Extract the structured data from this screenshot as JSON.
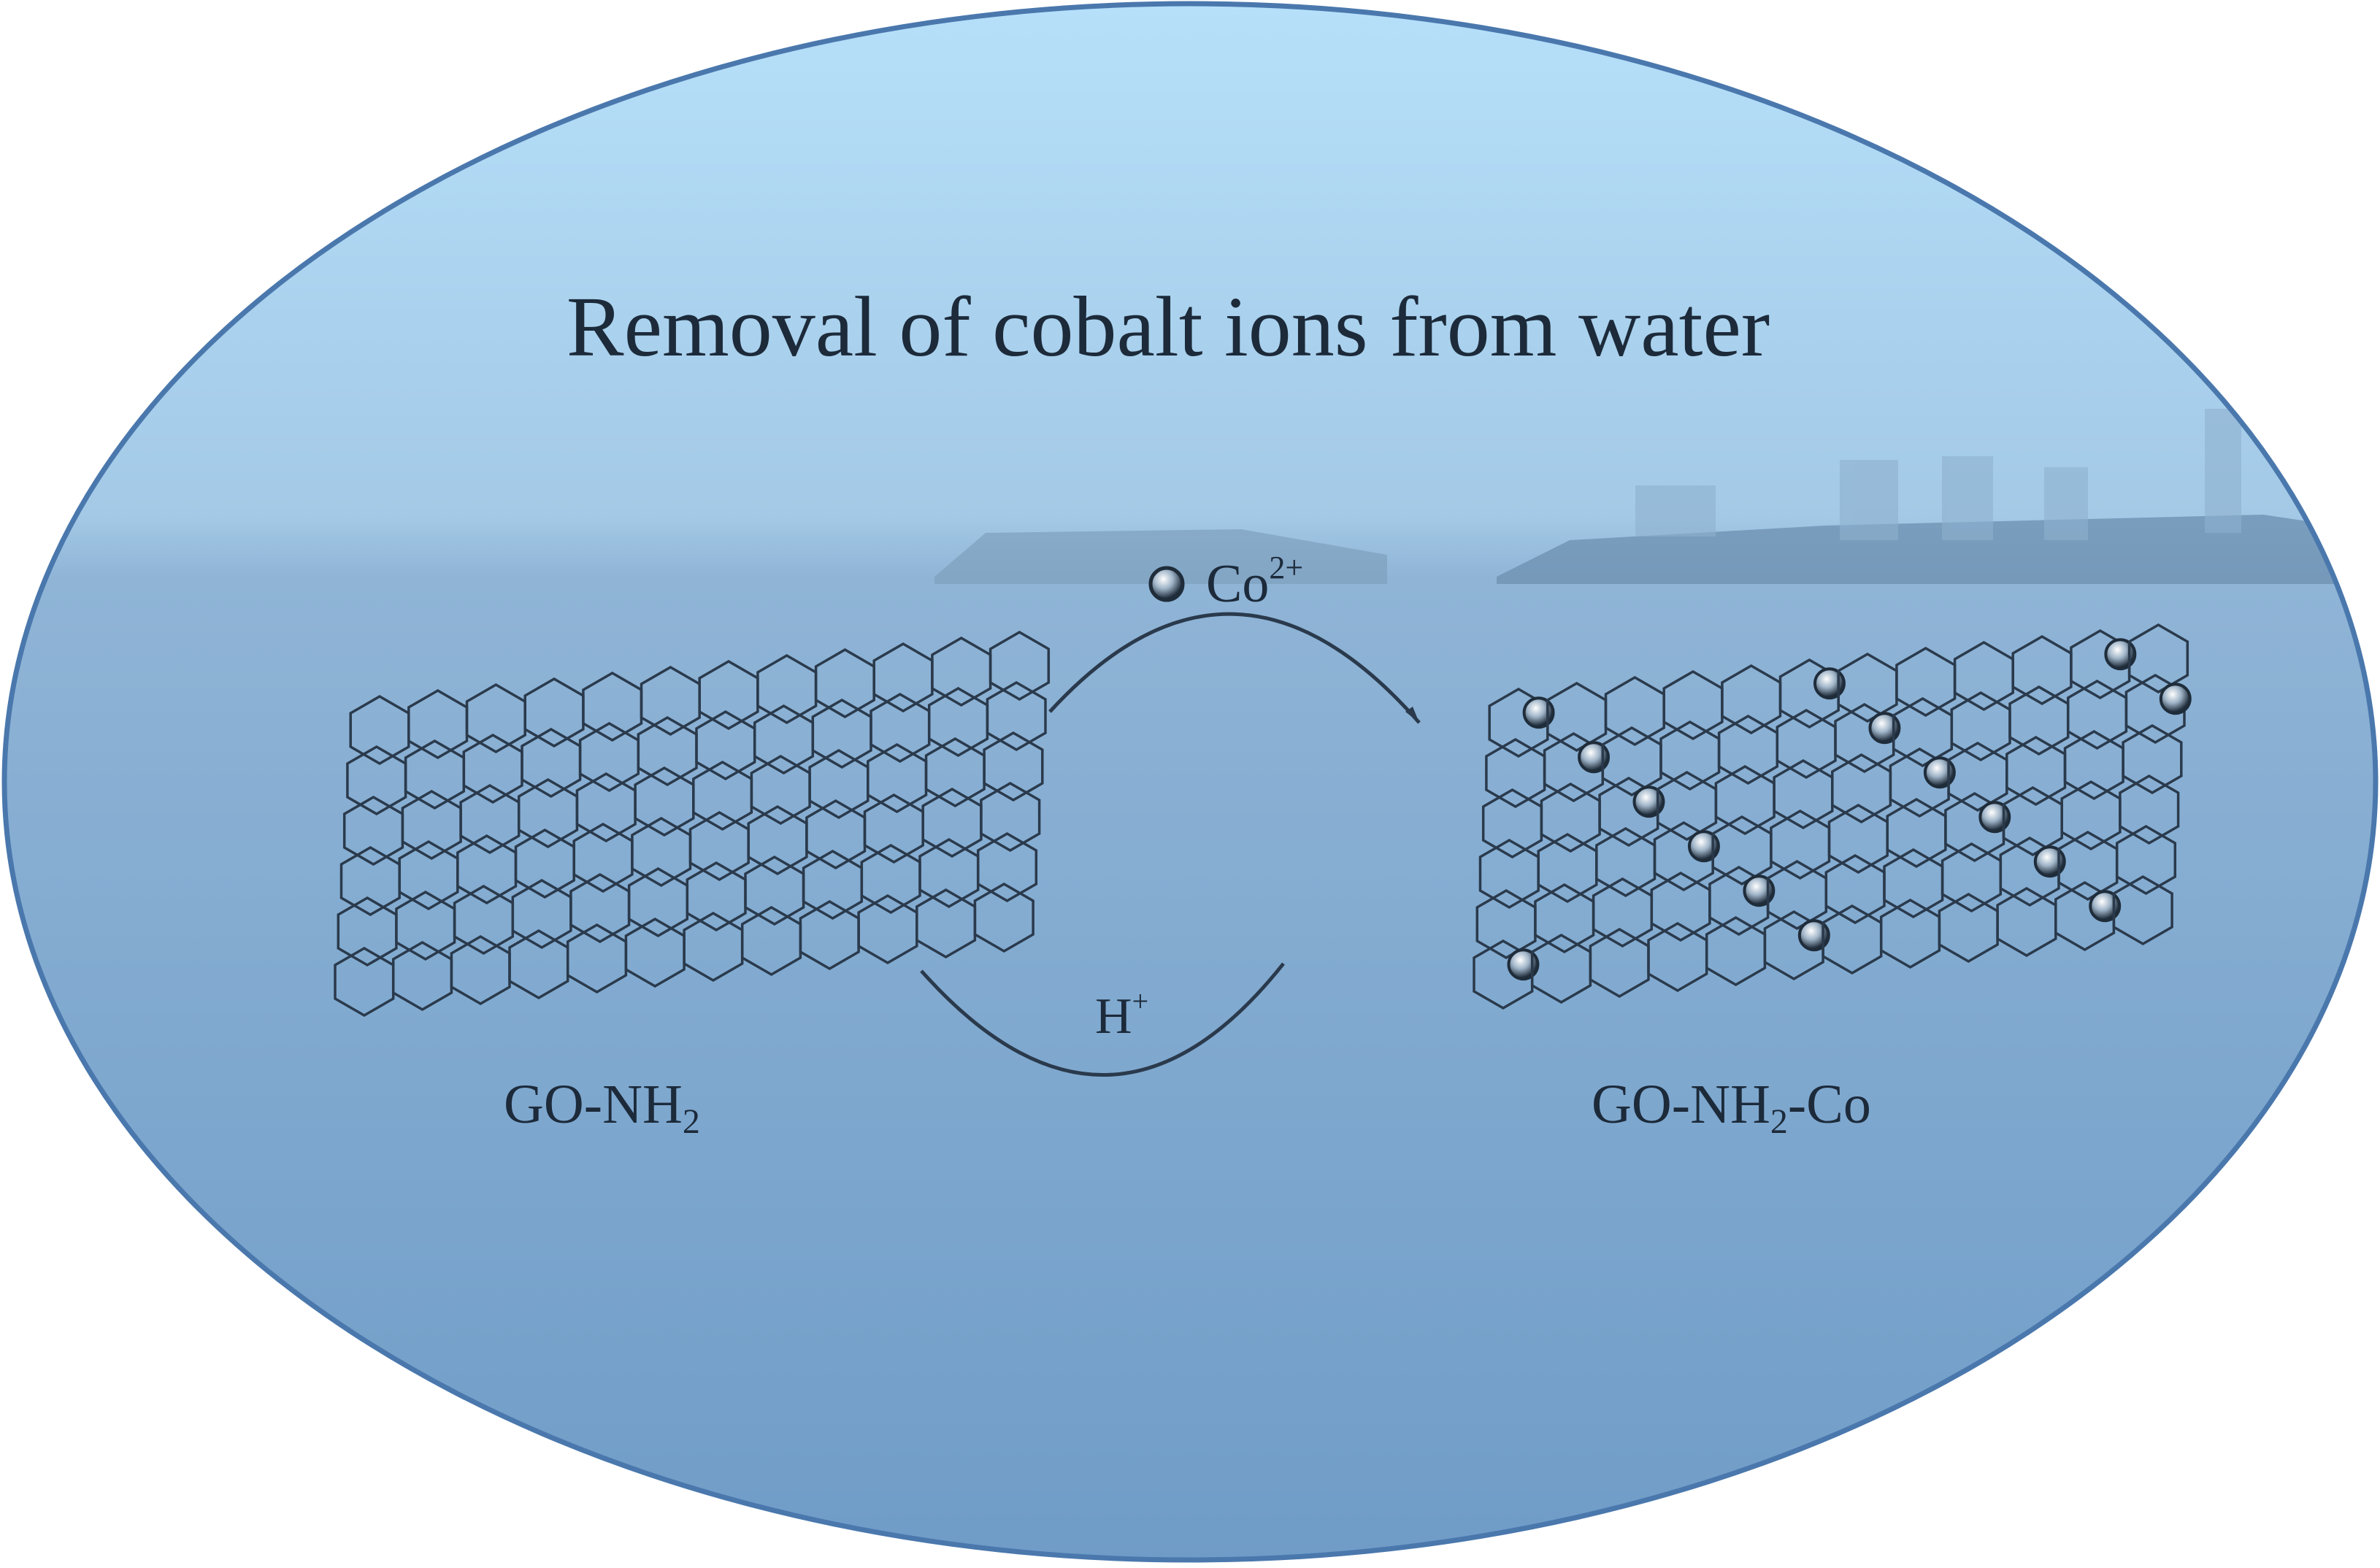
{
  "title": "Removal of cobalt ions from water",
  "reagent": {
    "symbol": "Co",
    "charge": "2+",
    "icon": "cobalt-ion-ball"
  },
  "reverse_reagent": {
    "symbol": "H",
    "charge": "+"
  },
  "left_material": {
    "prefix": "GO-NH",
    "subscript": "2",
    "suffix": ""
  },
  "right_material": {
    "prefix": "GO-NH",
    "subscript": "2",
    "suffix": "-Co"
  },
  "colors": {
    "border": "#4a78ad",
    "sky": "#b4dcf5",
    "water": "#7aa6cf",
    "ink": "#2a3a4c"
  }
}
